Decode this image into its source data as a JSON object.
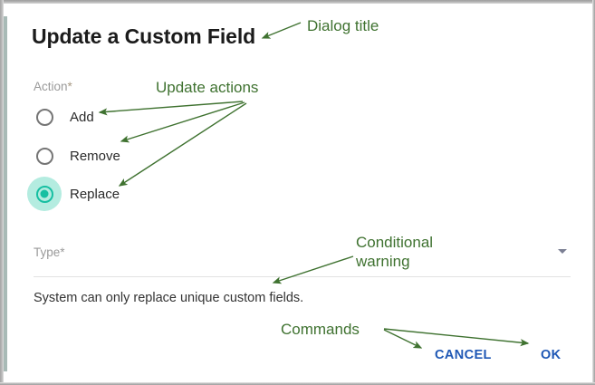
{
  "dialog": {
    "title": "Update a Custom Field",
    "action_group": {
      "label": "Action",
      "required_mark": "*",
      "options": [
        {
          "label": "Add",
          "selected": false
        },
        {
          "label": "Remove",
          "selected": false
        },
        {
          "label": "Replace",
          "selected": true
        }
      ]
    },
    "type_field": {
      "label": "Type*",
      "value": "",
      "dropdown_icon": "chevron-down-icon"
    },
    "warning": "System can only replace unique custom fields.",
    "commands": {
      "cancel": "CANCEL",
      "ok": "OK"
    }
  },
  "annotations": {
    "title": "Dialog title",
    "actions": "Update actions",
    "warning_line1": "Conditional",
    "warning_line2": "warning",
    "commands": "Commands"
  },
  "colors": {
    "accent_teal": "#16bfa2",
    "accent_teal_halo": "#b4ece0",
    "command_blue": "#1f58b5",
    "annotation_green": "#3f7230",
    "label_gray": "#9a9a9a",
    "title_black": "#1b1b1b",
    "divider_gray": "#e2e2e2",
    "frame_gray": "#9d9d9d"
  }
}
